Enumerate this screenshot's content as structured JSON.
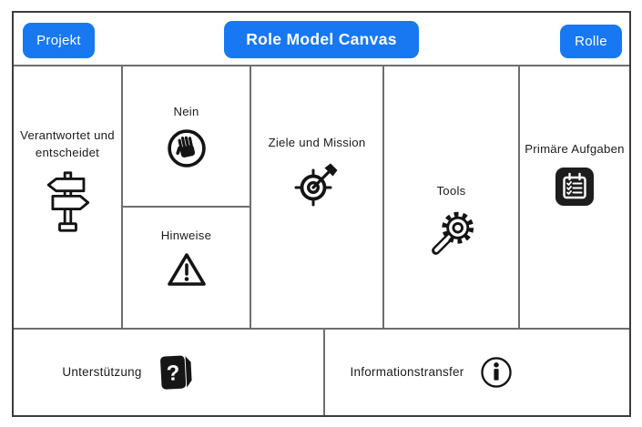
{
  "header": {
    "project_button": "Projekt",
    "title": "Role Model Canvas",
    "role_button": "Rolle"
  },
  "cells": {
    "responsibility": {
      "label": "Verantwortet und entscheidet",
      "icon": "signpost-icon"
    },
    "no": {
      "label": "Nein",
      "icon": "stop-hand-icon"
    },
    "notes": {
      "label": "Hinweise",
      "icon": "warning-triangle-icon"
    },
    "goals": {
      "label": "Ziele und Mission",
      "icon": "target-dart-icon"
    },
    "tools": {
      "label": "Tools",
      "icon": "wrench-gear-icon"
    },
    "primary_tasks": {
      "label": "Primäre Aufgaben",
      "icon": "clipboard-checklist-icon"
    },
    "support": {
      "label": "Unterstützung",
      "icon": "question-book-icon"
    },
    "information_transfer": {
      "label": "Informationstransfer",
      "icon": "info-circle-icon"
    }
  },
  "colors": {
    "accent_blue": "#1778F2",
    "outer_border": "#3c3c3c",
    "grid_line": "#6e6e6e",
    "icon_black": "#141414",
    "background": "#ffffff"
  }
}
